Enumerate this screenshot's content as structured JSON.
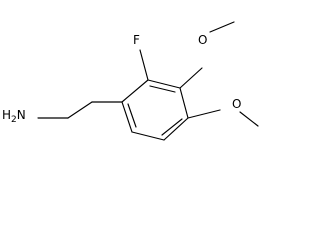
{
  "molecule": {
    "atoms": {
      "fluorine": "F",
      "methoxy_oxygen_upper": "O",
      "methoxy_oxygen_lower": "O",
      "amine_main": "H",
      "amine_subscript": "2",
      "amine_nitrogen": "N"
    },
    "colors": {
      "bond": "#000000",
      "label": "#000000",
      "background": "#ffffff"
    }
  }
}
